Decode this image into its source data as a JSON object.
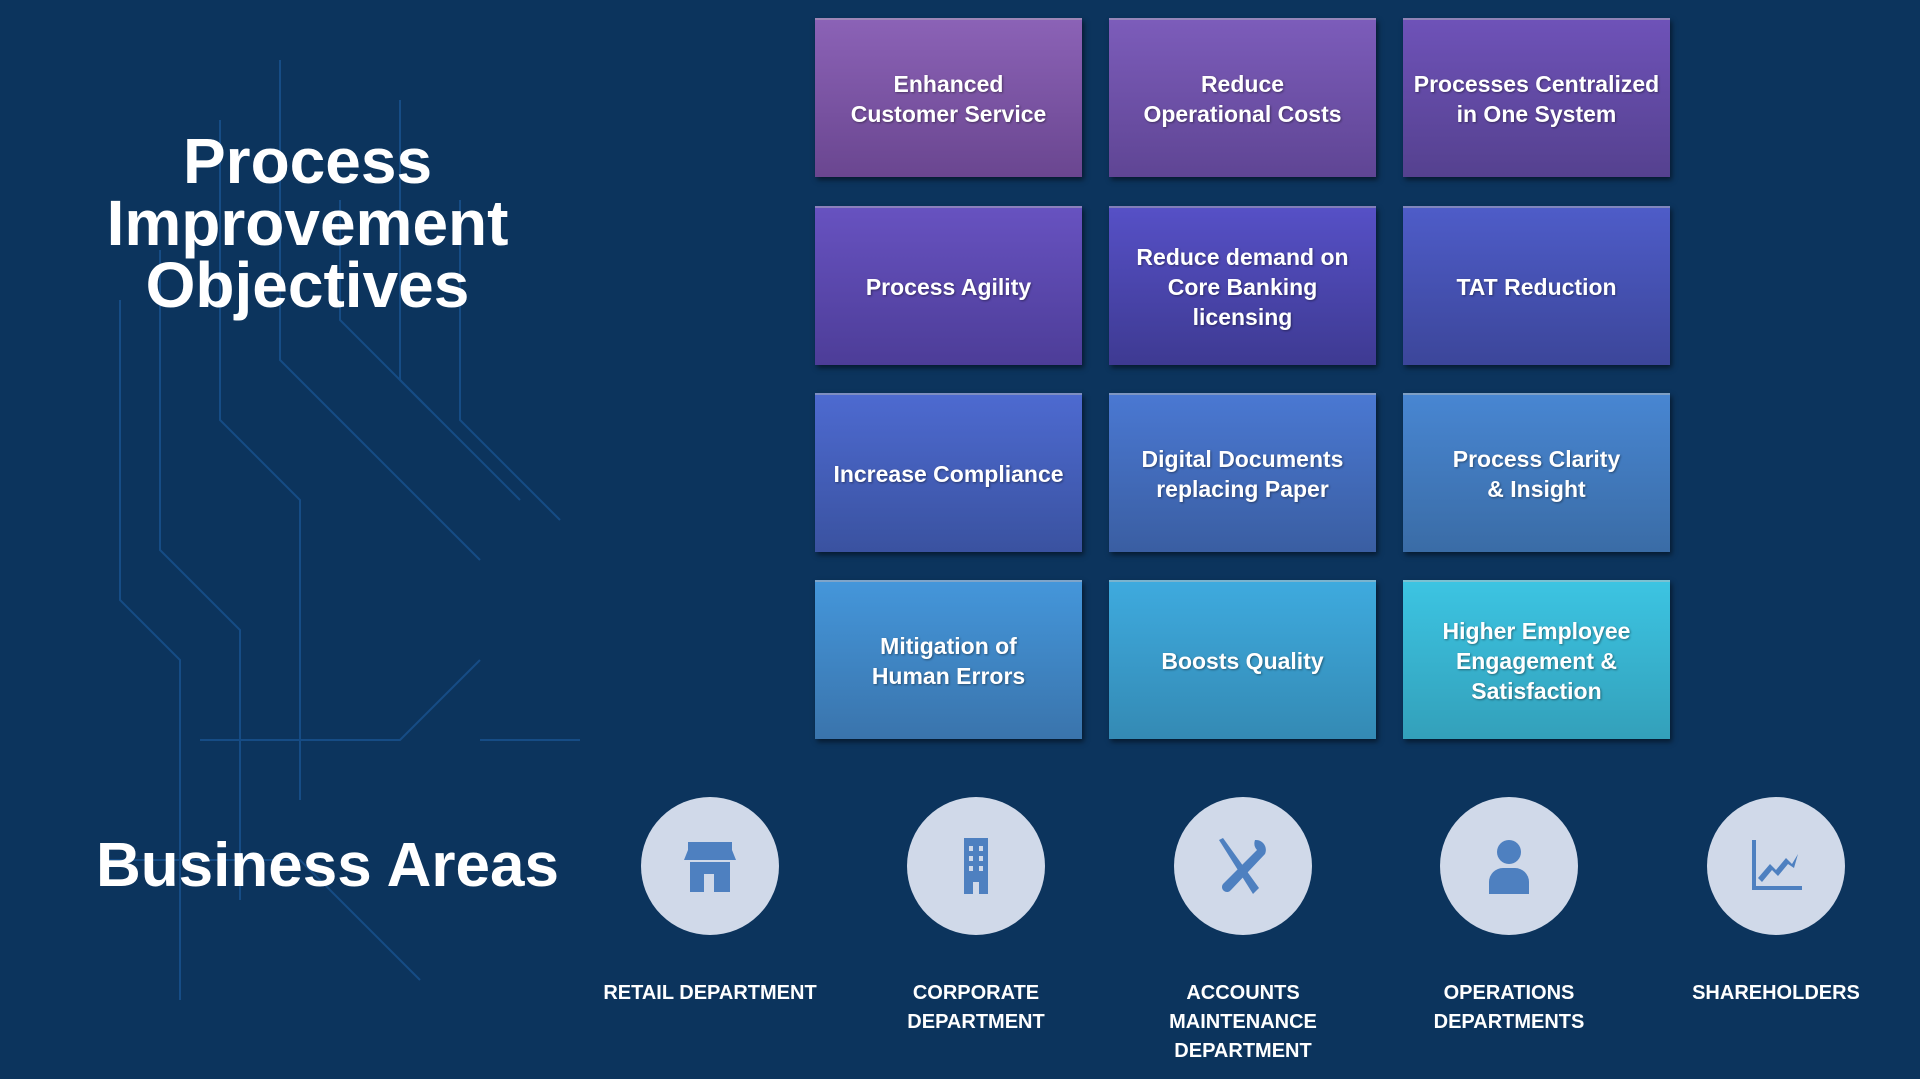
{
  "title": "Process Improvement Objectives",
  "business_title": "Business Areas",
  "objectives": [
    "Enhanced\nCustomer Service",
    "Reduce\nOperational Costs",
    "Processes Centralized\nin One System",
    "Process Agility",
    "Reduce demand on\nCore Banking licensing",
    "TAT Reduction",
    "Increase Compliance",
    "Digital Documents\nreplacing Paper",
    "Process Clarity\n& Insight",
    "Mitigation of\nHuman Errors",
    "Boosts Quality",
    "Higher Employee\nEngagement &\nSatisfaction"
  ],
  "areas": [
    {
      "label": "RETAIL DEPARTMENT",
      "icon": "store-icon"
    },
    {
      "label": "CORPORATE\nDEPARTMENT",
      "icon": "building-icon"
    },
    {
      "label": "ACCOUNTS\nMAINTENANCE\nDEPARTMENT",
      "icon": "tools-icon"
    },
    {
      "label": "OPERATIONS\nDEPARTMENTS",
      "icon": "person-icon"
    },
    {
      "label": "SHAREHOLDERS",
      "icon": "chart-growth-icon"
    }
  ],
  "colors": {
    "background": "#0c345d",
    "icon": "#4e80c0",
    "circle": "#d0d9e9"
  }
}
